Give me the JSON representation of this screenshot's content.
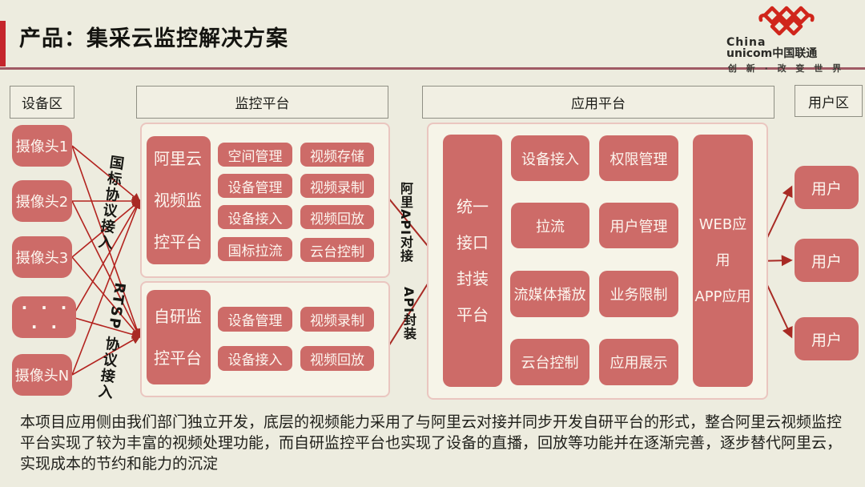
{
  "title": "产品：集采云监控解决方案",
  "logo": {
    "brand_line1": "China",
    "brand_line2": "unicom中国联通",
    "tagline": "创 新 · 改 变 世 界",
    "knot_color": "#d0251b"
  },
  "zone_headers": {
    "device": "设备区",
    "monitor": "监控平台",
    "app": "应用平台",
    "user": "用户区"
  },
  "devices": [
    "摄像头1",
    "摄像头2",
    "摄像头3",
    "· · · · ·",
    "摄像头N"
  ],
  "protocol_labels": {
    "gb": "国标协议接入",
    "rtsp": "RTSP 协议接入"
  },
  "monitor_platforms": [
    {
      "name": "阿里云视频监控平台",
      "items": [
        "空间管理",
        "视频存储",
        "设备管理",
        "视频录制",
        "设备接入",
        "视频回放",
        "国标拉流",
        "云台控制"
      ]
    },
    {
      "name": "自研监控平台",
      "items": [
        "设备管理",
        "视频录制",
        "设备接入",
        "视频回放"
      ]
    }
  ],
  "api_labels": {
    "ali": "阿里API对接",
    "api": "API封装"
  },
  "app_platform": {
    "gateway": "统一接口封装平台",
    "items": [
      "设备接入",
      "权限管理",
      "拉流",
      "用户管理",
      "流媒体播放",
      "业务限制",
      "云台控制",
      "应用展示"
    ],
    "clients": [
      "WEB应用",
      "APP应用"
    ]
  },
  "users": [
    "用户",
    "用户",
    "用户"
  ],
  "description": "本项目应用侧由我们部门独立开发，底层的视频能力采用了与阿里云对接并同步开发自研平台的形式，整合阿里云视频监控平台实现了较为丰富的视频处理功能，而自研监控平台也实现了设备的直播，回放等功能并在逐渐完善，逐步替代阿里云，实现成本的节约和能力的沉淀",
  "colors": {
    "background": "#edecdf",
    "box_red": "#cd6b68",
    "accent_red": "#c5262c",
    "arrow_red": "#a82a24",
    "title_rule": "#a05a64",
    "container_border": "#eac6c0"
  }
}
